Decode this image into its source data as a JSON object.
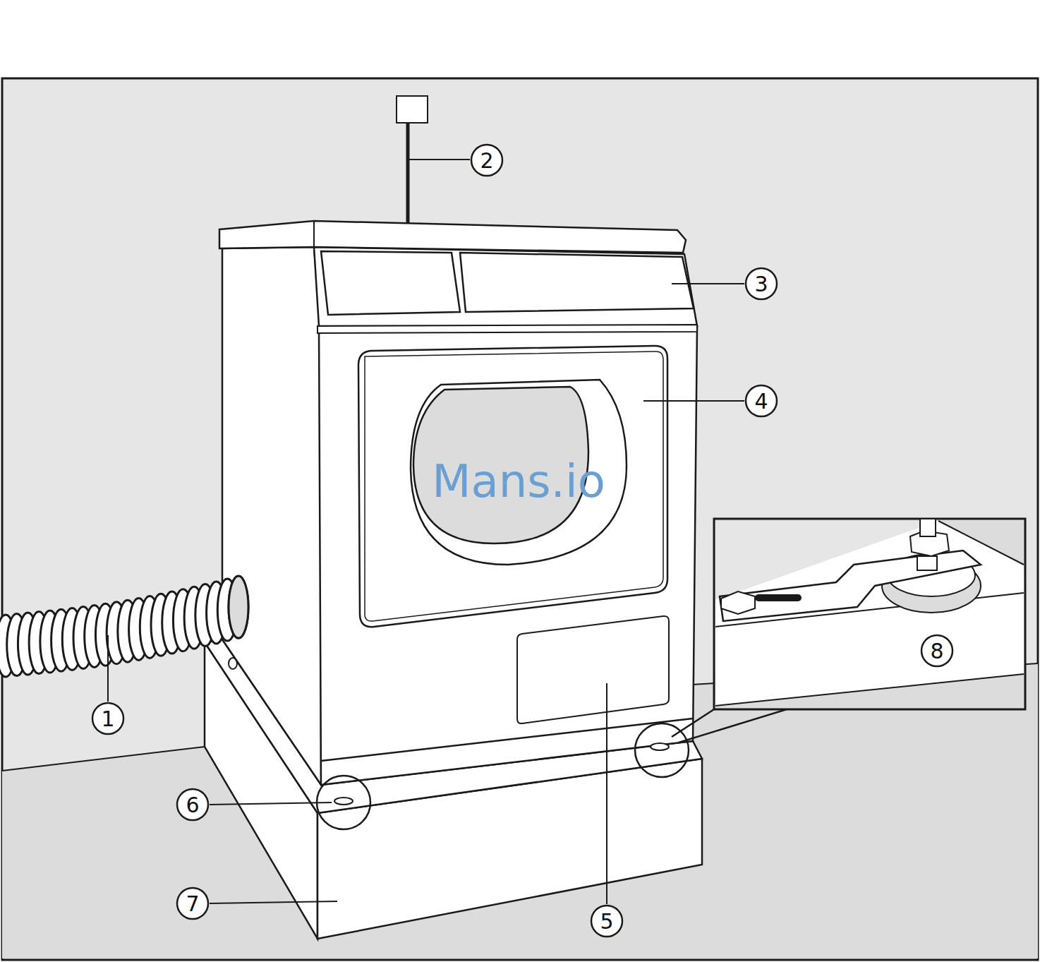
{
  "diagram": {
    "labels": [
      "1",
      "2",
      "3",
      "4",
      "5",
      "6",
      "7",
      "8",
      "Mans.io"
    ]
  }
}
